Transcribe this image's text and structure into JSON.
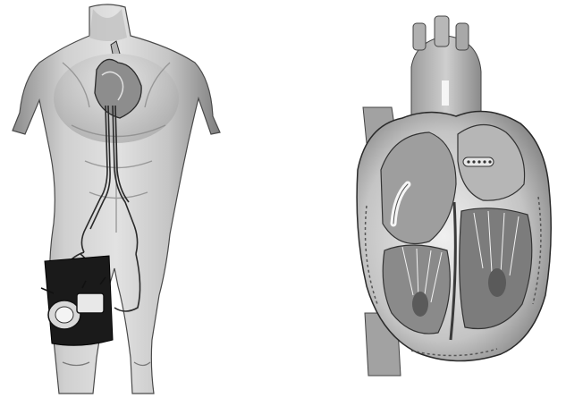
{
  "figure": {
    "panels": [
      {
        "id": "left",
        "subject": "torso-with-implanted-device-and-catheters"
      },
      {
        "id": "right",
        "subject": "heart-cutaway-with-catheter"
      }
    ],
    "palette": {
      "background": "#ffffff",
      "skin_light": "#d9d9d9",
      "skin_mid": "#a8a8a8",
      "skin_dark": "#5a5a5a",
      "outline": "#2a2a2a",
      "band": "#1a1a1a",
      "heart_light": "#c8c8c8",
      "heart_dark": "#4a4a4a"
    }
  }
}
